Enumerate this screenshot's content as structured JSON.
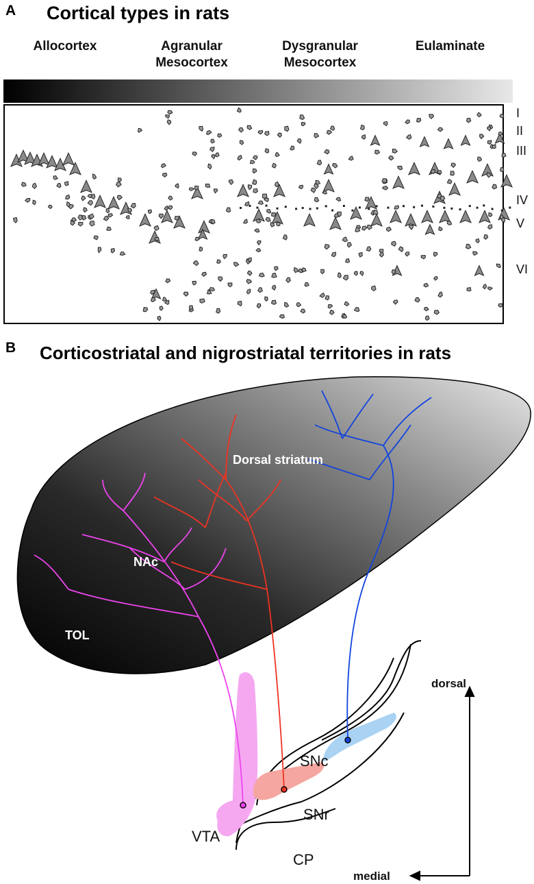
{
  "panel_a": {
    "letter": "A",
    "title": "Cortical types in rats",
    "cortical_types": [
      {
        "line1": "Allocortex",
        "line2": ""
      },
      {
        "line1": "Agranular",
        "line2": "Mesocortex"
      },
      {
        "line1": "Dysgranular",
        "line2": "Mesocortex"
      },
      {
        "line1": "Eulaminate",
        "line2": ""
      }
    ],
    "layers": [
      "I",
      "II",
      "III",
      "IV",
      "V",
      "VI"
    ]
  },
  "panel_b": {
    "letter": "B",
    "title": "Corticostriatal and nigrostriatal territories in rats",
    "regions": {
      "dorsal_striatum": "Dorsal striatum",
      "nac": "NAc",
      "tol": "TOL",
      "snc": "SNc",
      "snr": "SNr",
      "vta": "VTA",
      "cp": "CP"
    },
    "axes": {
      "dorsal": "dorsal",
      "medial": "medial"
    },
    "colors": {
      "vta_pathway": "#ee44ee",
      "snc_lateral_pathway": "#ee3322",
      "snc_medial_pathway": "#1144dd",
      "vta_fill": "#f5a8f0",
      "snc_red_fill": "#f5a6a0",
      "snc_blue_fill": "#aad2f2"
    }
  }
}
